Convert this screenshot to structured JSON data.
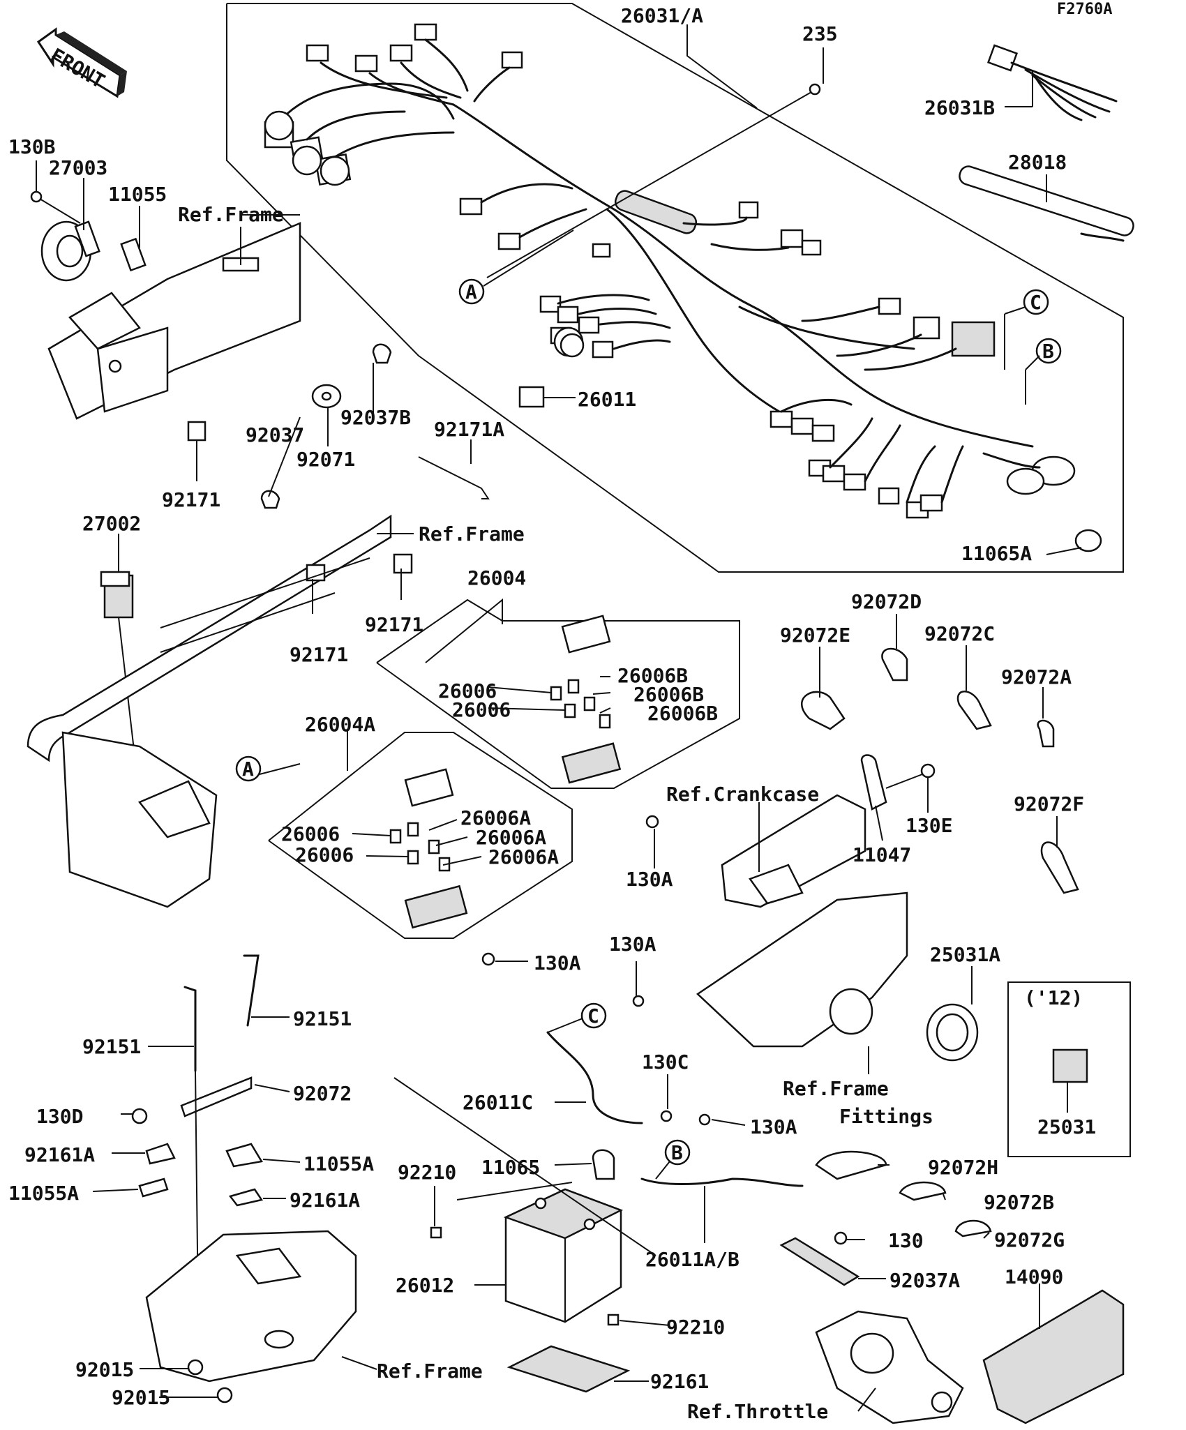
{
  "figure_code": "F2760A",
  "front_arrow": "FRONT",
  "callouts": {
    "a": "A",
    "b": "B",
    "c": "C"
  },
  "parts": {
    "p26031_A": "26031/A",
    "p235": "235",
    "p26031B": "26031B",
    "p28018": "28018",
    "p130B": "130B",
    "p27003": "27003",
    "p11055": "11055",
    "p92037B": "92037B",
    "p92171A": "92171A",
    "p92037": "92037",
    "p92071": "92071",
    "p92171_top": "92171",
    "p26011": "26011",
    "p11065A": "11065A",
    "p27002": "27002",
    "p92171_mid1": "92171",
    "p92171_mid2": "92171",
    "p26004": "26004",
    "p26006B_1": "26006B",
    "p26006B_2": "26006B",
    "p26006B_3": "26006B",
    "p26006_b1": "26006",
    "p26006_b2": "26006",
    "p26004A": "26004A",
    "p26006A_1": "26006A",
    "p26006A_2": "26006A",
    "p26006A_3": "26006A",
    "p26006_a1": "26006",
    "p26006_a2": "26006",
    "p130A_1": "130A",
    "p130A_2": "130A",
    "p130A_3": "130A",
    "p130A_4": "130A",
    "p92072E": "92072E",
    "p92072D": "92072D",
    "p92072C": "92072C",
    "p92072A": "92072A",
    "p130E": "130E",
    "p11047": "11047",
    "p92072F": "92072F",
    "p25031A": "25031A",
    "p12": "('12)",
    "p25031": "25031",
    "p92151_1": "92151",
    "p92151_2": "92151",
    "p92072": "92072",
    "p130D": "130D",
    "p92161A_1": "92161A",
    "p11055A_1": "11055A",
    "p11055A_2": "11055A",
    "p92161A_2": "92161A",
    "p26011C": "26011C",
    "p130C": "130C",
    "p11065": "11065",
    "p92210_1": "92210",
    "p92210_2": "92210",
    "p26012": "26012",
    "p26011AB": "26011A/B",
    "p92161": "92161",
    "p92015_1": "92015",
    "p92015_2": "92015",
    "p92072H": "92072H",
    "p92072B": "92072B",
    "p92072G": "92072G",
    "p130": "130",
    "p92037A": "92037A",
    "p14090": "14090"
  },
  "references": {
    "frame_top": "Ref.Frame",
    "frame_mid": "Ref.Frame",
    "crankcase": "Ref.Crankcase",
    "frame_fittings_1": "Ref.Frame",
    "frame_fittings_2": "Fittings",
    "frame_bottom": "Ref.Frame",
    "throttle": "Ref.Throttle"
  }
}
